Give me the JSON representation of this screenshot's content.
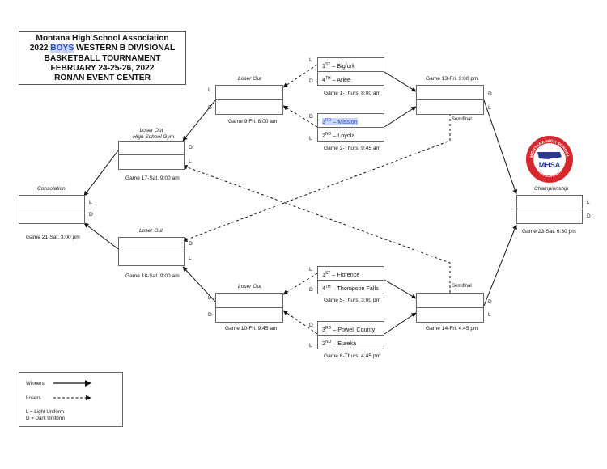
{
  "header": {
    "line1": "Montana High School Association",
    "line2_year": "2022",
    "line2_boys": "BOYS",
    "line2_rest": "WESTERN B DIVISIONAL",
    "line3": "BASKETBALL TOURNAMENT",
    "line4": "FEBRUARY 24-25-26, 2022",
    "line5": "RONAN EVENT CENTER"
  },
  "seeds": {
    "g1_top_num": "1",
    "g1_top_sup": "ST",
    "g1_top_team": " – Bigfork",
    "g1_bot_num": "4",
    "g1_bot_sup": "TH",
    "g1_bot_team": " – Arlee",
    "g2_top_num": "3",
    "g2_top_sup": "RD",
    "g2_top_team": " – Mission",
    "g2_bot_num": "2",
    "g2_bot_sup": "ND",
    "g2_bot_team": " – Loyola",
    "g5_top_num": "1",
    "g5_top_sup": "ST",
    "g5_top_team": " – Florence",
    "g5_bot_num": "4",
    "g5_bot_sup": "TH",
    "g5_bot_team": " – Thompson Falls",
    "g6_top_num": "3",
    "g6_top_sup": "RD",
    "g6_top_team": " – Powell County",
    "g6_bot_num": "2",
    "g6_bot_sup": "ND",
    "g6_bot_team": " – Eureka"
  },
  "games": {
    "g1": "Game 1-Thurs. 8:00 am",
    "g2": "Game 2-Thurs. 9:45 am",
    "g5": "Game 5-Thurs. 3:00 pm",
    "g6": "Game 6-Thurs. 4:45 pm",
    "g9": "Game 9 Fri. 8:00 am",
    "g10": "Game 10-Fri. 9:45 am",
    "g13": "Game 13-Fri. 3:00 pm",
    "g14": "Game 14-Fri. 4:45 pm",
    "g17": "Game 17-Sat. 9:00 am",
    "g18": "Game 18-Sat. 9:00 am",
    "g21": "Game 21-Sat. 3:00 pm",
    "g23": "Game 23-Sat. 6:30 pm"
  },
  "labels": {
    "loser_out": "Loser Out",
    "loser_out_gym_1": "Loser Out",
    "loser_out_gym_2": "High School Gym",
    "consolation": "Consolation",
    "championship": "Championship",
    "semifinal": "Semifinal",
    "L": "L",
    "D": "D"
  },
  "legend": {
    "winners": "Winners",
    "losers": "Losers",
    "light": "L = Light Uniform",
    "dark": "D = Dark Uniform"
  },
  "logo": {
    "top_text": "MONTANA HIGH SCHOOL",
    "center_text": "MHSA",
    "bottom_text": "ASSOCIATION",
    "ring_color": "#d7262d",
    "text_color": "#2b3a8f"
  }
}
